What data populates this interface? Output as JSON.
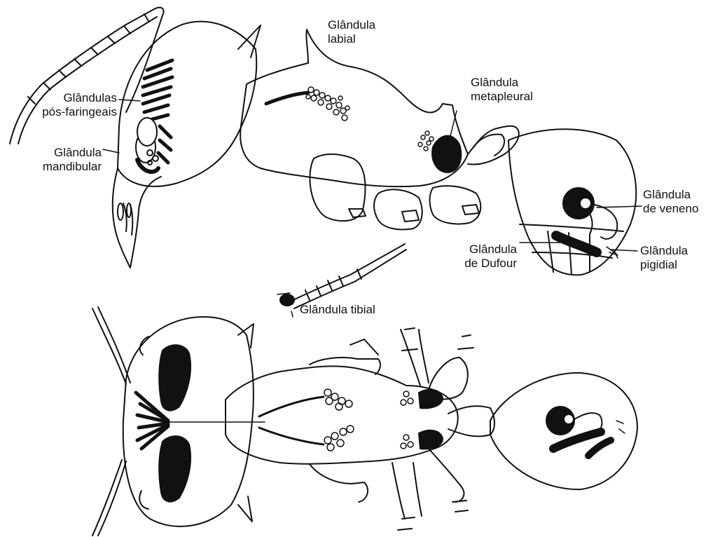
{
  "labels": {
    "labial": [
      "Glândula",
      "labial"
    ],
    "metapleural": [
      "Glândula",
      "metapleural"
    ],
    "pos_faringeais": [
      "Glândulas",
      "pós-faringeais"
    ],
    "mandibular": [
      "Glândula",
      "mandibular"
    ],
    "veneno": [
      "Glândula",
      "de veneno"
    ],
    "dufour": [
      "Glândula",
      "de Dufour"
    ],
    "pigidial": [
      "Glândula",
      "pigidial"
    ],
    "tibial": "Glândula tibial"
  }
}
